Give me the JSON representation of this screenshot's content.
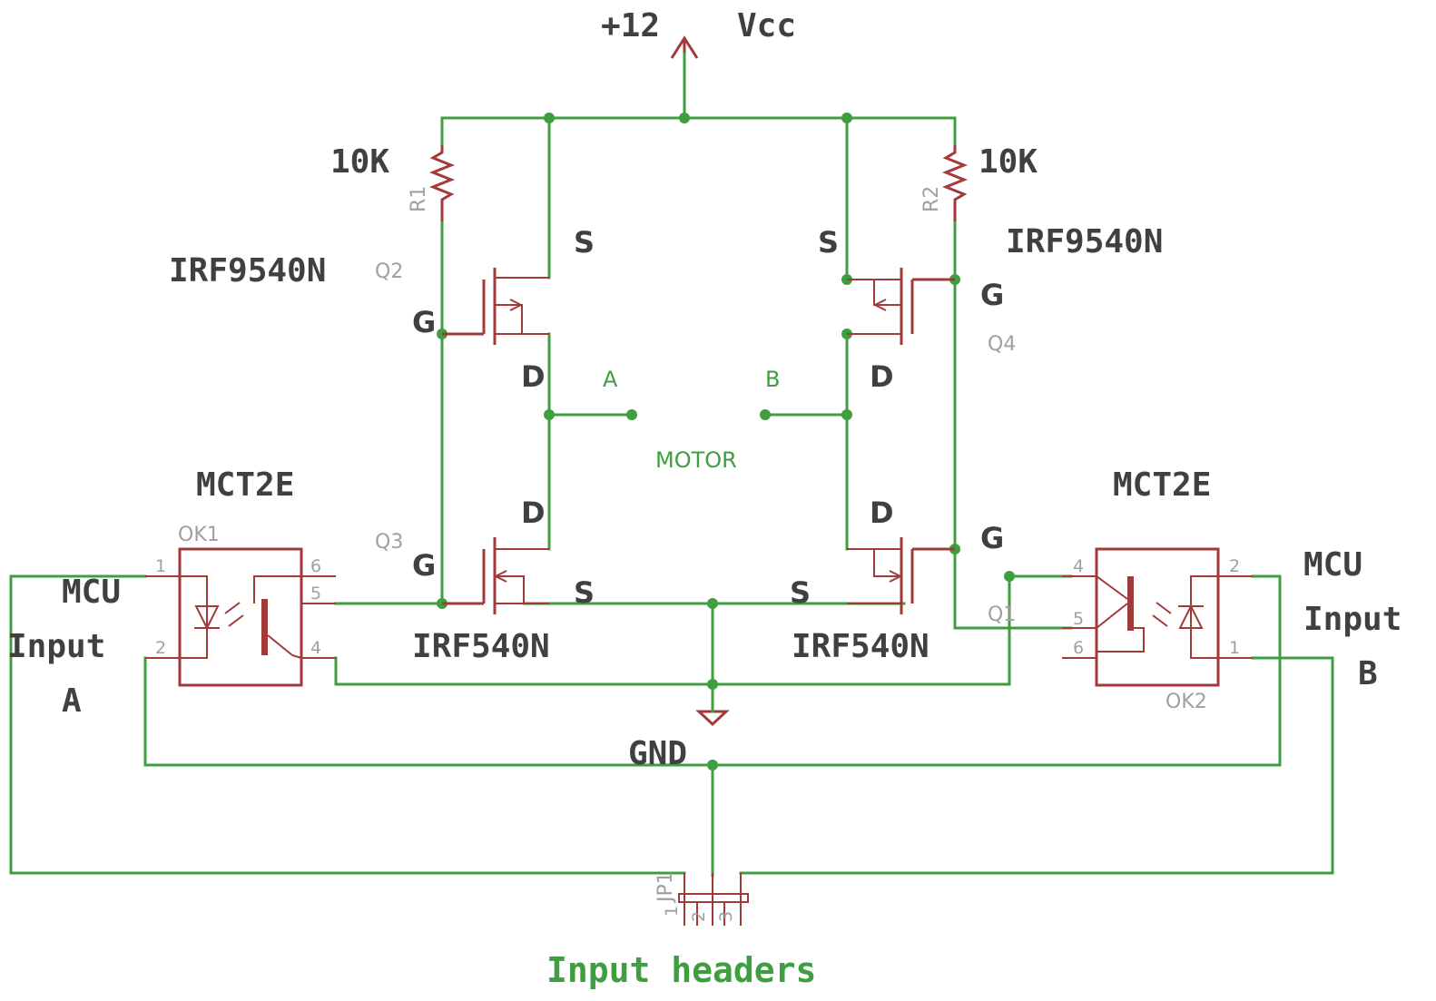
{
  "supply": {
    "voltage": "+12",
    "name": "Vcc"
  },
  "resistors": [
    {
      "ref": "R1",
      "value": "10K"
    },
    {
      "ref": "R2",
      "value": "10K"
    }
  ],
  "transistors": [
    {
      "ref": "Q2",
      "part": "IRF9540N"
    },
    {
      "ref": "Q4",
      "part": "IRF9540N"
    },
    {
      "ref": "Q3",
      "part": "IRF540N"
    },
    {
      "ref": "Q1",
      "part": "IRF540N"
    }
  ],
  "pin_labels": {
    "gate": "G",
    "source": "S",
    "drain": "D"
  },
  "motor": {
    "label": "MOTOR",
    "terminal_a": "A",
    "terminal_b": "B"
  },
  "optocouplers": [
    {
      "ref": "OK1",
      "part": "MCT2E",
      "pins": [
        "1",
        "2",
        "6",
        "5",
        "4"
      ]
    },
    {
      "ref": "OK2",
      "part": "MCT2E",
      "pins": [
        "4",
        "5",
        "6",
        "2",
        "1"
      ]
    }
  ],
  "mcu_inputs": {
    "a": {
      "line1": "MCU",
      "line2": "Input",
      "line3": "A"
    },
    "b": {
      "line1": "MCU",
      "line2": "Input",
      "line3": "B"
    }
  },
  "ground": {
    "label": "GND"
  },
  "header": {
    "ref": "JP1",
    "pins": [
      "1",
      "2",
      "3"
    ],
    "caption": "Input headers"
  }
}
